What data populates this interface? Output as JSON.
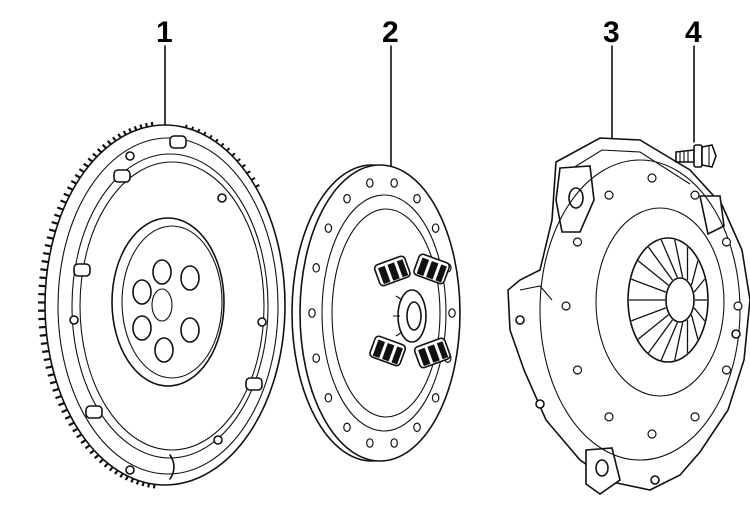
{
  "callouts": [
    {
      "id": "flywheel",
      "text": "1"
    },
    {
      "id": "clutch-disc",
      "text": "2"
    },
    {
      "id": "pressure-plate",
      "text": "3"
    },
    {
      "id": "bolt",
      "text": "4"
    }
  ]
}
